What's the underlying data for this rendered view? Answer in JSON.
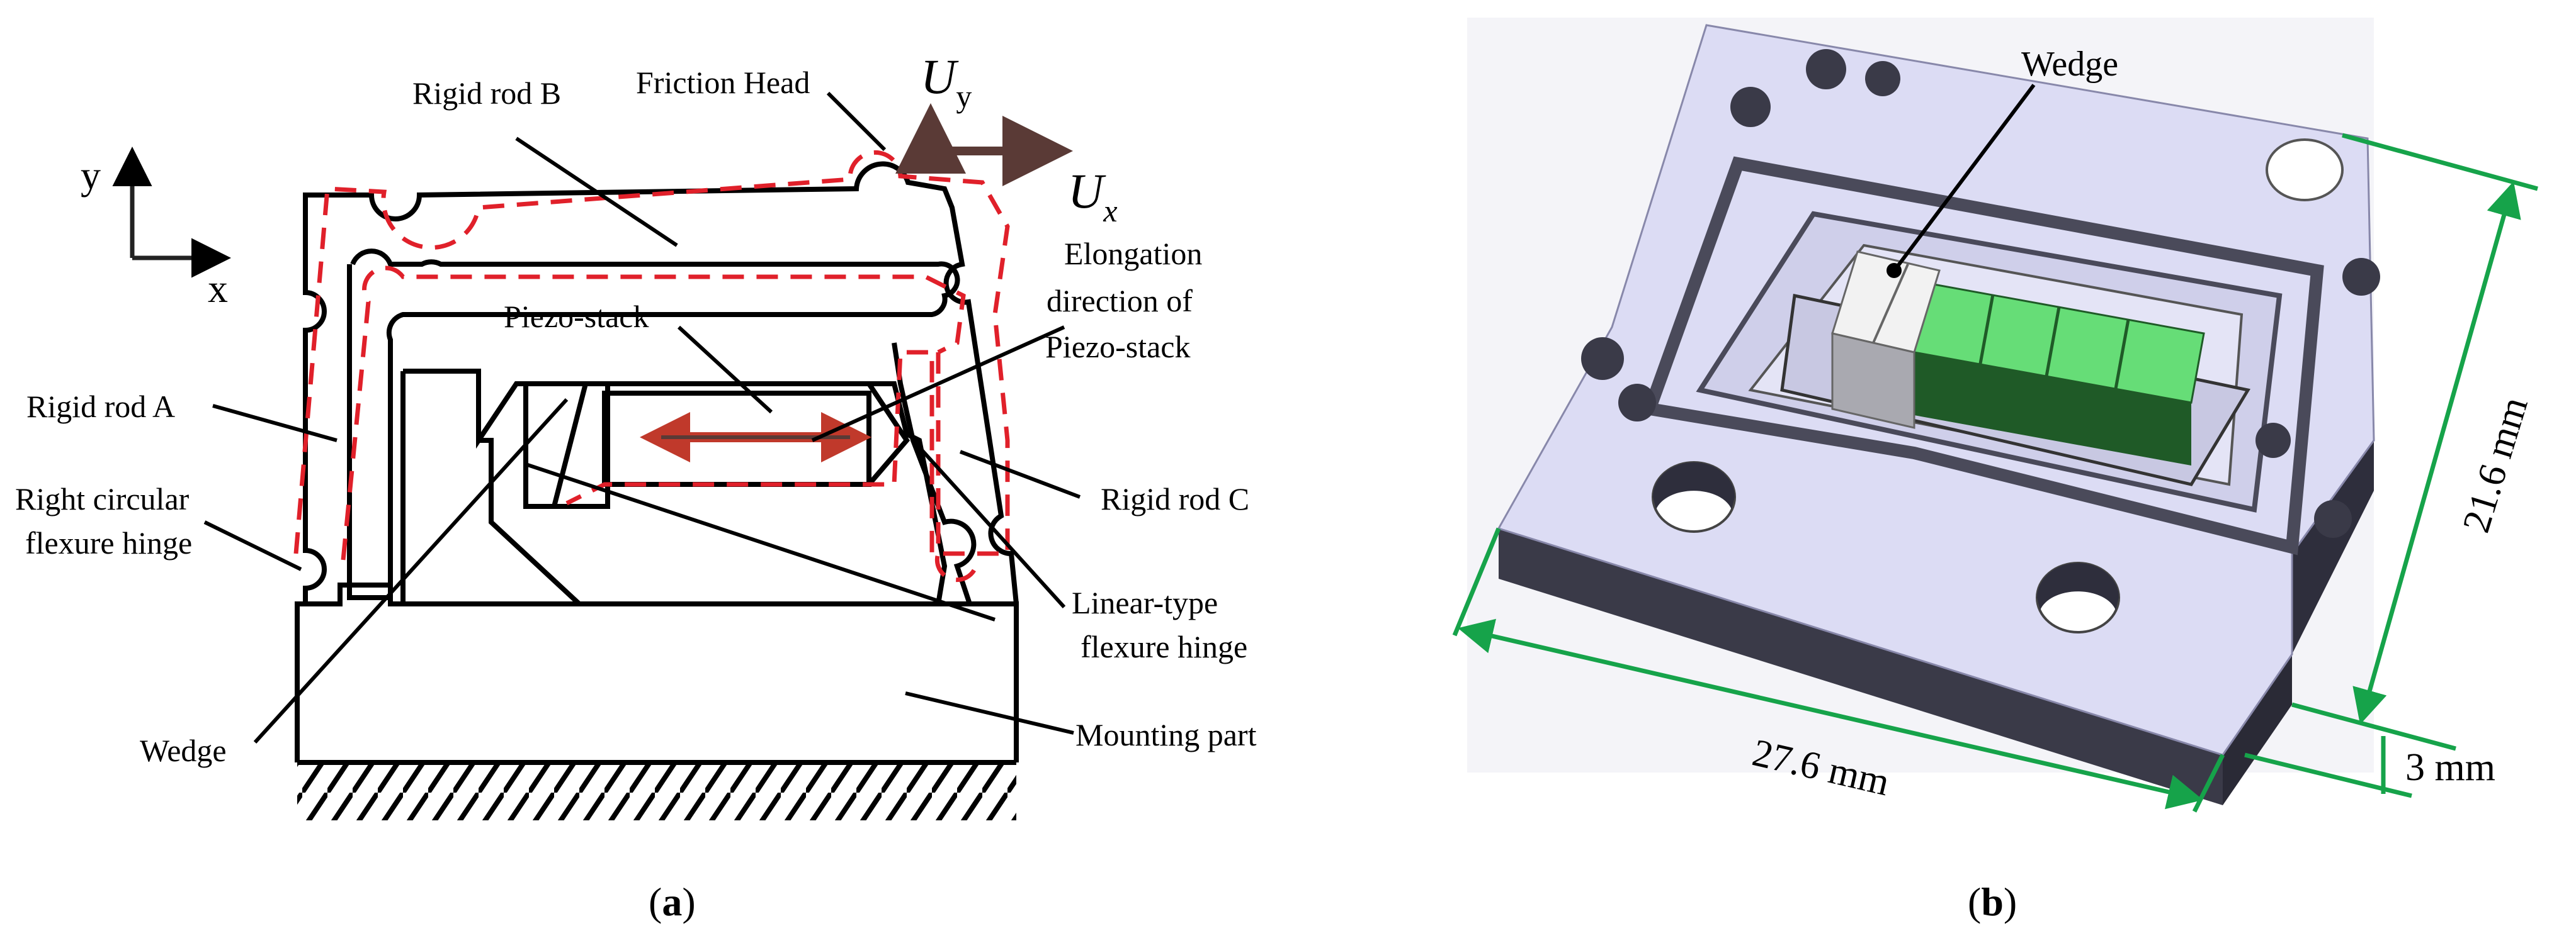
{
  "panel_a": {
    "caption_open": "(",
    "caption_letter": "a",
    "caption_close": ")",
    "axis_y": "y",
    "axis_x": "x",
    "uy_main": "U",
    "uy_sub": "y",
    "ux_main": "U",
    "ux_sub": "x",
    "labels": {
      "rigid_rod_b": "Rigid rod B",
      "friction_head": "Friction Head",
      "elongation_line1": "Elongation",
      "elongation_line2": "direction of",
      "elongation_line3": "Piezo-stack",
      "piezo_stack": "Piezo-stack",
      "rigid_rod_a": "Rigid rod A",
      "right_circular_line1": "Right circular",
      "right_circular_line2": "flexure hinge",
      "rigid_rod_c": "Rigid rod C",
      "linear_type_line1": "Linear-type",
      "linear_type_line2": "flexure hinge",
      "wedge": "Wedge",
      "mounting_part": "Mounting part"
    }
  },
  "panel_b": {
    "caption_open": "(",
    "caption_letter": "b",
    "caption_close": ")",
    "wedge_label": "Wedge",
    "dim_width": "27.6 mm",
    "dim_depth": "21.6 mm",
    "dim_thickness": "3 mm"
  },
  "colors": {
    "outline": "#000000",
    "deformed": "#e0202a",
    "arrow": "#5a3a36",
    "elongation_arrow": "#c0392b",
    "dimension": "#16a34a",
    "plate_top": "#dcdcf4",
    "plate_side": "#3a3a48",
    "piezo_green": "#66dd77",
    "piezo_dark": "#1f5a27"
  }
}
